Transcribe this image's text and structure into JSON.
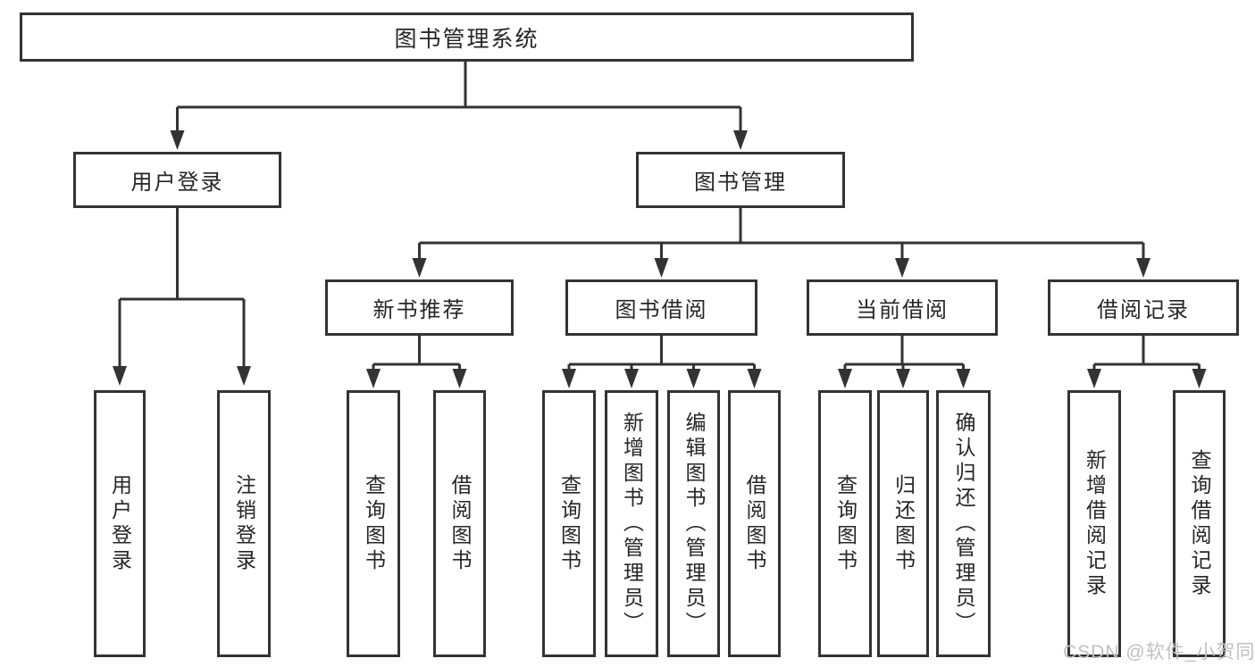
{
  "diagram_title": "图书管理系统",
  "nodes": {
    "root": {
      "label": "图书管理系统"
    },
    "level2": [
      {
        "label": "用户登录"
      },
      {
        "label": "图书管理"
      }
    ],
    "level3": [
      {
        "label": "新书推荐",
        "parent": "图书管理"
      },
      {
        "label": "图书借阅",
        "parent": "图书管理"
      },
      {
        "label": "当前借阅",
        "parent": "图书管理"
      },
      {
        "label": "借阅记录",
        "parent": "图书管理"
      }
    ],
    "leaves": [
      {
        "label": "用户登录",
        "parent": "用户登录"
      },
      {
        "label": "注销登录",
        "parent": "用户登录"
      },
      {
        "label": "查询图书",
        "parent": "新书推荐"
      },
      {
        "label": "借阅图书",
        "parent": "新书推荐"
      },
      {
        "label": "查询图书",
        "parent": "图书借阅"
      },
      {
        "label": "新增图书（管理员）",
        "parent": "图书借阅"
      },
      {
        "label": "编辑图书（管理员）",
        "parent": "图书借阅"
      },
      {
        "label": "借阅图书",
        "parent": "图书借阅"
      },
      {
        "label": "查询图书",
        "parent": "当前借阅"
      },
      {
        "label": "归还图书",
        "parent": "当前借阅"
      },
      {
        "label": "确认归还（管理员）",
        "parent": "当前借阅"
      },
      {
        "label": "新增借阅记录",
        "parent": "借阅记录"
      },
      {
        "label": "查询借阅记录",
        "parent": "借阅记录"
      }
    ]
  },
  "watermark": {
    "text": "CSDN @软件_小贺同学",
    "color": "#c0c0c0"
  },
  "colors": {
    "line": "#333333",
    "box_border": "#333333",
    "box_fill": "#ffffff",
    "text": "#262626",
    "background": "#ffffff"
  }
}
